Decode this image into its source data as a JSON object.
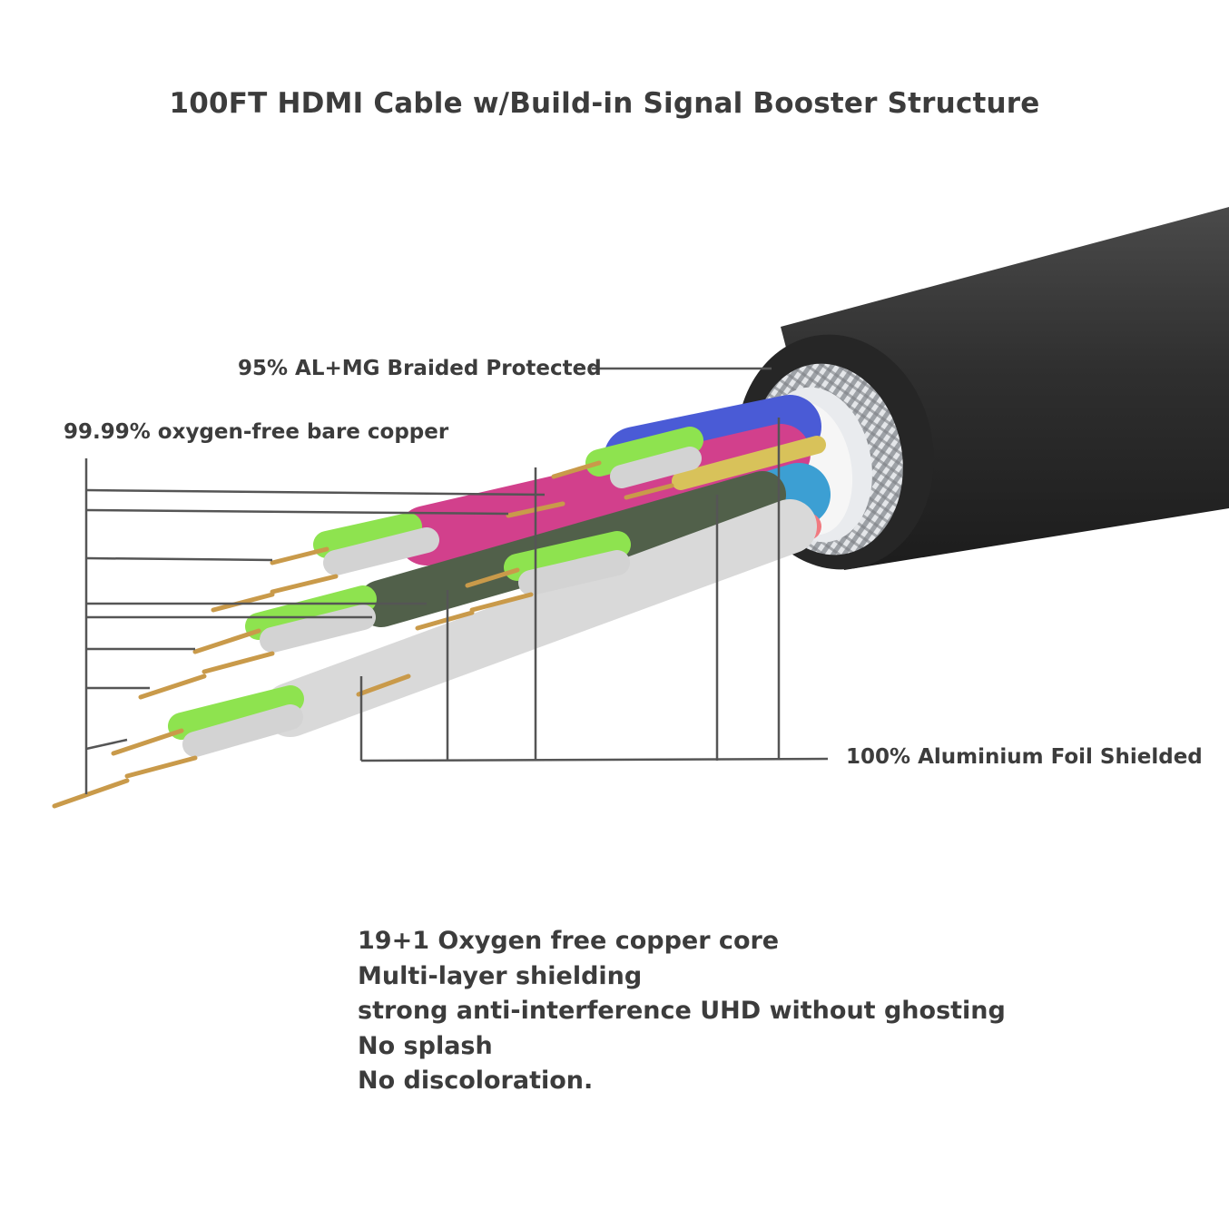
{
  "title": "100FT HDMI Cable w/Build-in Signal Booster Structure",
  "callouts": {
    "braid": "95% AL+MG Braided Protected",
    "copper": "99.99% oxygen-free bare copper",
    "foil": "100% Aluminium Foil Shielded"
  },
  "features": [
    "19+1 Oxygen free copper core",
    "Multi-layer shielding",
    "strong anti-interference UHD without ghosting",
    "No splash",
    "No discoloration."
  ],
  "colors": {
    "text": "#3c3c3c",
    "jacket": "#2e2e2e",
    "braid": "#c9ccd0",
    "wire_green": "#8ee34f",
    "wire_pink": "#d2408c",
    "wire_blue": "#4a5bd6",
    "wire_cyan": "#3c9fd3",
    "wire_red": "#f07a80",
    "wire_white": "#d9d9d9",
    "wire_yellow": "#d8c25a",
    "copper": "#c99a4a"
  }
}
